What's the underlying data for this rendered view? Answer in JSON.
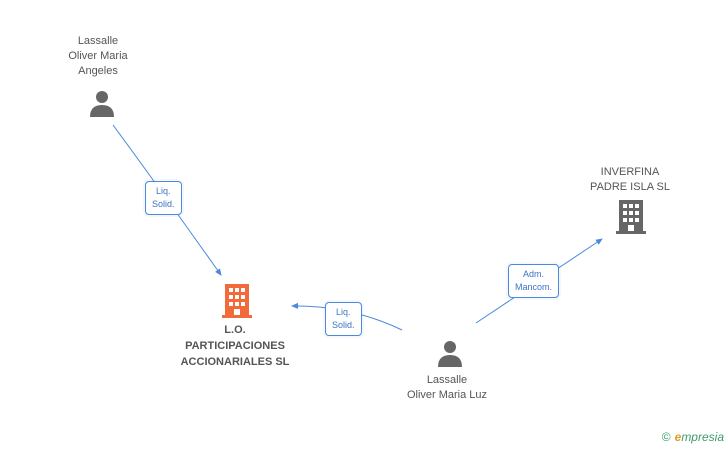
{
  "nodes": {
    "person_top": {
      "line1": "Lassalle",
      "line2": "Oliver Maria",
      "line3": "Angeles"
    },
    "company_main": {
      "line1": "L.O.",
      "line2": "PARTICIPACIONES",
      "line3": "ACCIONARIALES SL"
    },
    "company_right": {
      "line1": "INVERFINA",
      "line2": "PADRE ISLA SL"
    },
    "person_bottom": {
      "line1": "Lassalle",
      "line2": "Oliver Maria Luz"
    }
  },
  "edges": {
    "top_to_main": {
      "line1": "Liq.",
      "line2": "Solid."
    },
    "bottom_to_main": {
      "line1": "Liq.",
      "line2": "Solid."
    },
    "bottom_to_right": {
      "line1": "Adm.",
      "line2": "Mancom."
    }
  },
  "brand": {
    "copyright": "©",
    "first_letter": "e",
    "rest": "mpresia"
  },
  "colors": {
    "edge": "#4a89dc",
    "main_company": "#f26a3a",
    "company": "#666666",
    "person": "#666666"
  },
  "icons": {
    "person": "person-icon",
    "company": "building-icon"
  }
}
